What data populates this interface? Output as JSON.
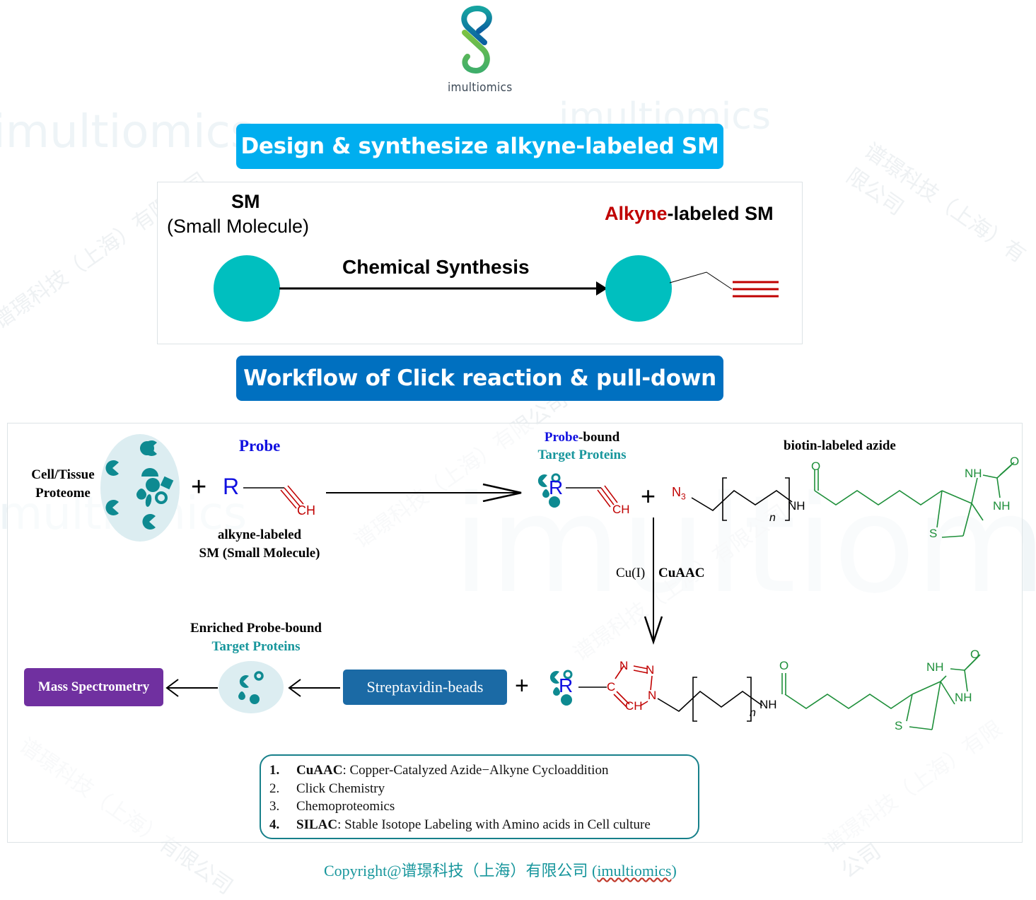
{
  "colors": {
    "banner_top": "#00aeef",
    "banner_bottom": "#0070c0",
    "teal_label": "#17969c",
    "probe_blue": "#1010e0",
    "alkyne_red": "#c00000",
    "biotin_green": "#1e8f3a",
    "mass_spec": "#7030a0",
    "streptavidin": "#1b6aa5",
    "molecule_fill": "#00bfbf",
    "protein_fill": "#0e8a91"
  },
  "logo": {
    "icon": "imultiomics-logo-icon",
    "text": "imultiomics"
  },
  "watermark": {
    "brand": "imultiomics",
    "company": "谱璟科技（上海）有限公司"
  },
  "banner_design": {
    "label": "Design & synthesize alkyne-labeled SM"
  },
  "synthesis_panel": {
    "sm_title": "SM",
    "sm_subtitle": "(Small Molecule)",
    "product_prefix": "Alkyne",
    "product_suffix": "-labeled SM",
    "arrow_label": "Chemical Synthesis"
  },
  "banner_workflow": {
    "label": "Workflow of Click reaction & pull-down"
  },
  "workflow": {
    "proteome_label_line1": "Cell/Tissue",
    "proteome_label_line2": "Proteome",
    "plus": "+",
    "probe_title": "Probe",
    "probe_R": "R",
    "probe_CH": "CH",
    "probe_caption_line1": "alkyne-labeled",
    "probe_caption_line2": "SM (Small Molecule)",
    "bound_prefix": "Probe",
    "bound_suffix": "-bound",
    "bound_line2": "Target Proteins",
    "azide_title": "biotin-labeled azide",
    "azide_N3": "N",
    "azide_N3_sub": "3",
    "chem_O": "O",
    "chem_NH": "NH",
    "chem_S": "S",
    "chem_n": "n",
    "catalyst": "Cu(I)",
    "reaction": "CuAAC",
    "triazole_C": "C",
    "triazole_N": "N",
    "triazole_CH": "CH",
    "enriched_line1": "Enriched Probe-bound",
    "enriched_line2": "Target Proteins",
    "mass_spec_label": "Mass Spectrometry",
    "streptavidin_label": "Streptavidin-beads"
  },
  "notes": [
    {
      "num": "1.",
      "bold": "CuAAC",
      "text": ": Copper-Catalyzed Azide−Alkyne Cycloaddition",
      "num_bold": true
    },
    {
      "num": "2.",
      "bold": "",
      "text": "Click Chemistry",
      "num_bold": false
    },
    {
      "num": "3.",
      "bold": "",
      "text": "Chemoproteomics",
      "num_bold": false
    },
    {
      "num": "4.",
      "bold": "SILAC",
      "text": ": Stable Isotope Labeling with Amino acids in Cell culture",
      "num_bold": true
    }
  ],
  "copyright": {
    "prefix": "Copyright@谱璟科技（上海）有限公司 (",
    "link": "imultiomics",
    "suffix": ")"
  }
}
